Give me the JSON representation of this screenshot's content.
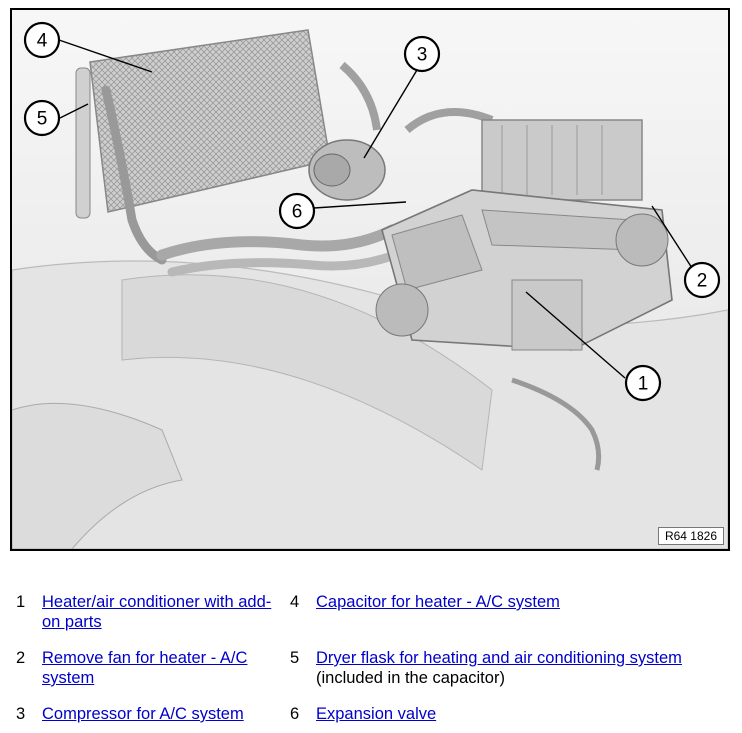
{
  "figure": {
    "ref_code": "R64 1826",
    "callouts": [
      "1",
      "2",
      "3",
      "4",
      "5",
      "6"
    ]
  },
  "legend": [
    {
      "num": "1",
      "link": "Heater/air conditioner with add-on parts",
      "note": ""
    },
    {
      "num": "2",
      "link": "Remove fan for heater - A/C system",
      "note": ""
    },
    {
      "num": "3",
      "link": "Compressor for A/C system",
      "note": ""
    },
    {
      "num": "4",
      "link": "Capacitor for heater - A/C system",
      "note": ""
    },
    {
      "num": "5",
      "link": "Dryer flask for heating and air conditioning system",
      "note": "(included in the capacitor)"
    },
    {
      "num": "6",
      "link": "Expansion valve",
      "note": ""
    }
  ]
}
